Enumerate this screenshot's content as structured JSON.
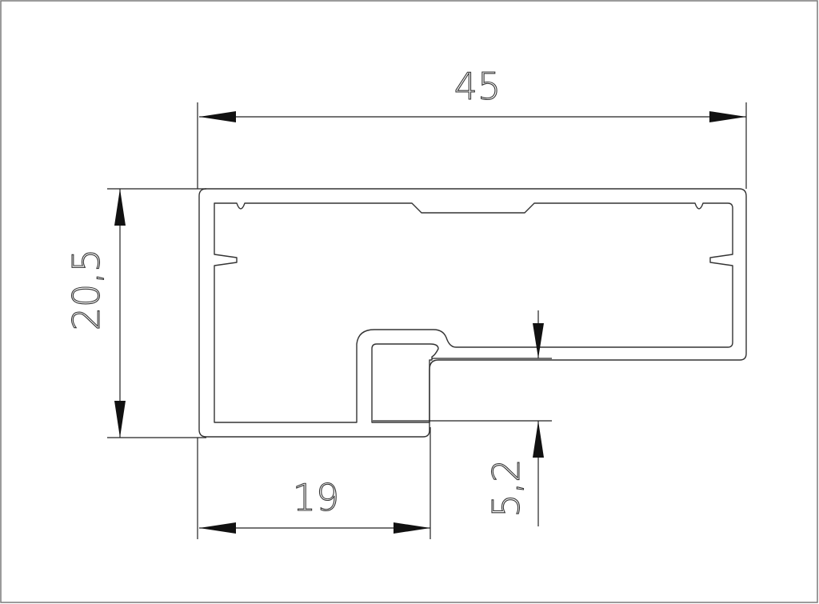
{
  "drawing": {
    "dimensions": {
      "width": "45",
      "height": "20,5",
      "lower_width": "19",
      "step_height": "5,2"
    }
  }
}
